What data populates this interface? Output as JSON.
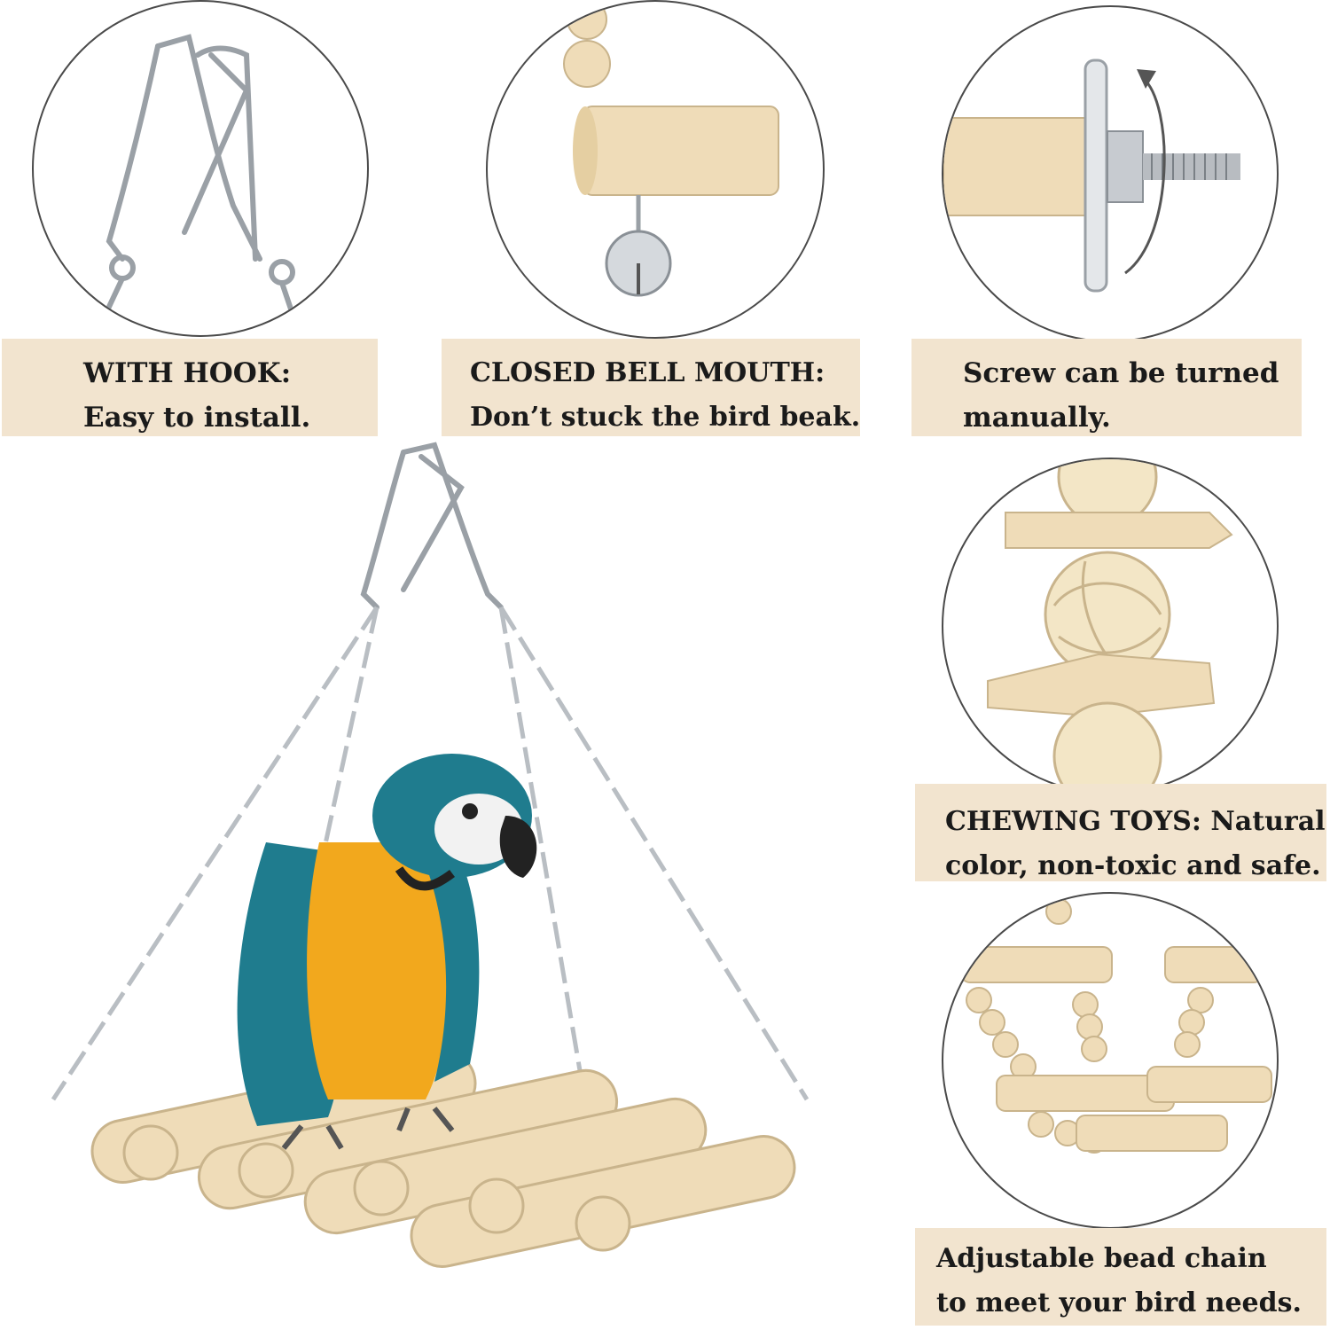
{
  "features": [
    {
      "id": "hook",
      "line1": "WITH HOOK:",
      "line2": "Easy to install."
    },
    {
      "id": "bell",
      "line1": "CLOSED BELL MOUTH:",
      "line2": "Don’t stuck the bird beak."
    },
    {
      "id": "screw",
      "line1": "Screw can be turned",
      "line2": "manually."
    },
    {
      "id": "chew",
      "line1": "CHEWING TOYS: Natural",
      "line2": "color, non-toxic and safe."
    },
    {
      "id": "chain",
      "line1": "Adjustable bead chain",
      "line2": "to meet your bird needs."
    }
  ],
  "colors": {
    "label_bg": "#f2e4cf",
    "wood": "#efdcb8",
    "metal": "#c7cbd0",
    "parrot_blue": "#1f7c8e",
    "parrot_yellow": "#f2a81d"
  }
}
